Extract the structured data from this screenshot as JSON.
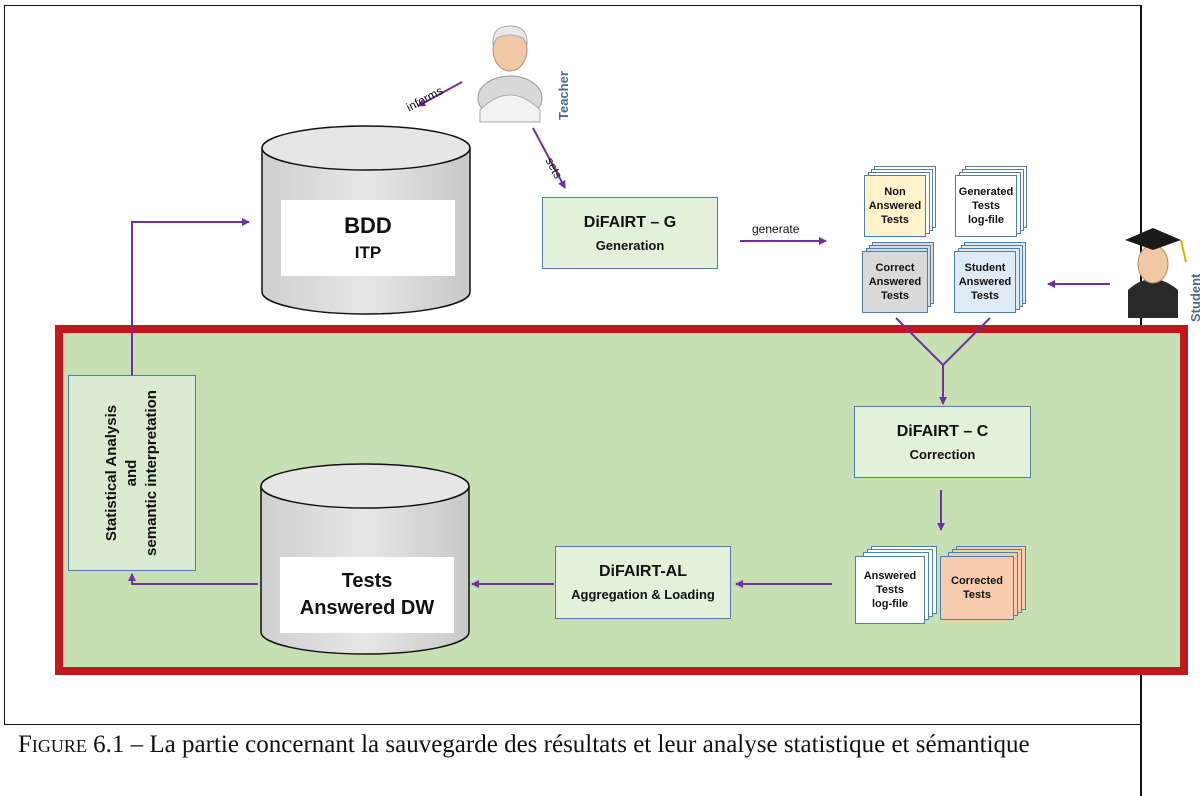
{
  "teacher": {
    "label": "Teacher"
  },
  "student": {
    "label": "Student"
  },
  "edges": {
    "informs": "informs",
    "sets": "sets",
    "generate": "generate"
  },
  "bdd": {
    "line1": "BDD",
    "line2": "ITP"
  },
  "dw": {
    "line1": "Tests",
    "line2": "Answered DW"
  },
  "difairt_g": {
    "title": "DiFAIRT – G",
    "subtitle": "Generation"
  },
  "difairt_c": {
    "title": "DiFAIRT – C",
    "subtitle": "Correction"
  },
  "difairt_al": {
    "title": "DiFAIRT-AL",
    "subtitle": "Aggregation & Loading"
  },
  "analysis": {
    "line1": "Statistical Analysis",
    "line2": "and",
    "line3": "semantic interpretation"
  },
  "docs": {
    "non_answered": {
      "l1": "Non",
      "l2": "Answered",
      "l3": "Tests",
      "color": "#fff2cc"
    },
    "generated": {
      "l1": "Generated",
      "l2": "Tests",
      "l3": "log-file",
      "color": "#ffffff"
    },
    "correct_answered": {
      "l1": "Correct",
      "l2": "Answered",
      "l3": "Tests",
      "color": "#d9d9d9"
    },
    "student_answered": {
      "l1": "Student",
      "l2": "Answered",
      "l3": "Tests",
      "color": "#deebf7"
    },
    "answered_log": {
      "l1": "Answered",
      "l2": "Tests",
      "l3": "log-file",
      "color": "#ffffff"
    },
    "corrected": {
      "l1": "Corrected",
      "l2": "Tests",
      "color": "#f8cbad"
    }
  },
  "colors": {
    "arrow": "#7030a0",
    "highlight_border": "#c0181d",
    "highlight_fill": "#c6e0b4",
    "box_border": "#4f7fa7"
  },
  "caption": {
    "label": "Figure 6.1",
    "text": " – La partie concernant la sauvegarde des résultats et leur analyse statistique et sémantique"
  }
}
